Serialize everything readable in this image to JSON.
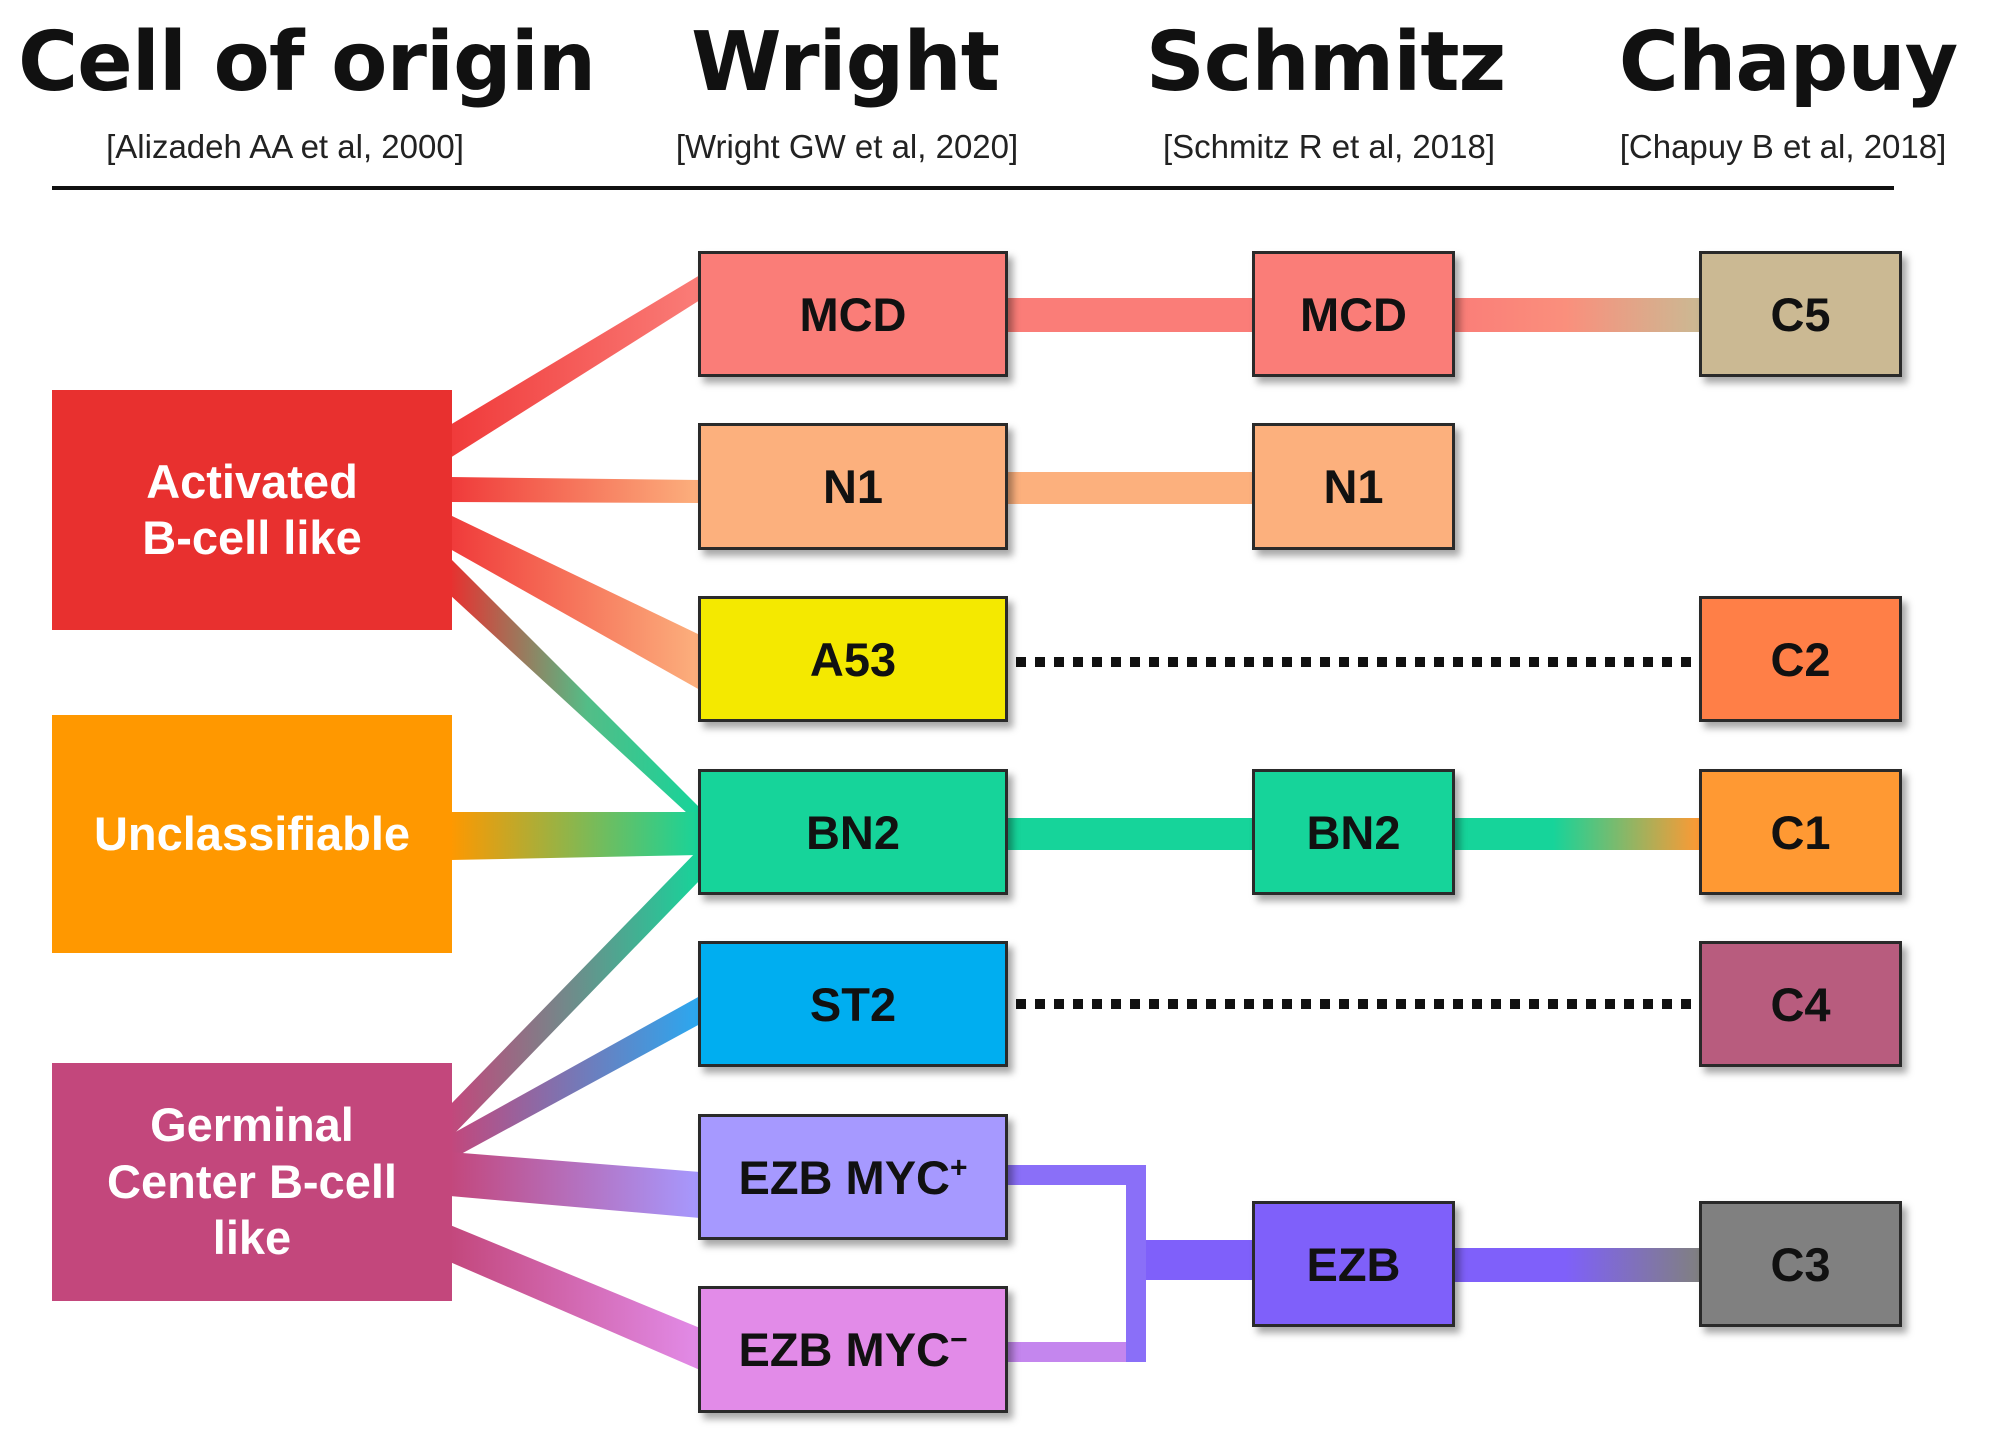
{
  "header": {
    "columns": [
      {
        "title": "Cell of origin",
        "reference": "[Alizadeh AA et al, 2000]"
      },
      {
        "title": "Wright",
        "reference": "[Wright GW et al, 2020]"
      },
      {
        "title": "Schmitz",
        "reference": "[Schmitz R et al, 2018]"
      },
      {
        "title": "Chapuy",
        "reference": "[Chapuy B et al, 2018]"
      }
    ]
  },
  "cell_of_origin": [
    {
      "label": "Activated\nB-cell like",
      "color": "#e8302f"
    },
    {
      "label": "Unclassifiable",
      "color": "#ff9800"
    },
    {
      "label": "Germinal\nCenter B-cell\nlike",
      "color": "#c3477c"
    }
  ],
  "wright": [
    {
      "label": "MCD",
      "color": "#fa7d78"
    },
    {
      "label": "N1",
      "color": "#fcb07d"
    },
    {
      "label": "A53",
      "color": "#f4e900"
    },
    {
      "label": "BN2",
      "color": "#16d49a"
    },
    {
      "label": "ST2",
      "color": "#00aef0"
    },
    {
      "label": "EZB MYC",
      "sup": "+",
      "color": "#a699ff"
    },
    {
      "label": "EZB MYC",
      "sup": "−",
      "color": "#e28be8"
    }
  ],
  "schmitz": [
    {
      "label": "MCD",
      "color": "#fa7d78"
    },
    {
      "label": "N1",
      "color": "#fcb07d"
    },
    {
      "label": "BN2",
      "color": "#16d49a"
    },
    {
      "label": "EZB",
      "color": "#7f60fa"
    }
  ],
  "chapuy": [
    {
      "label": "C5",
      "color": "#cbb993"
    },
    {
      "label": "C2",
      "color": "#ff7f47"
    },
    {
      "label": "C1",
      "color": "#ff9933"
    },
    {
      "label": "C4",
      "color": "#b85c7e"
    },
    {
      "label": "C3",
      "color": "#808080"
    }
  ]
}
